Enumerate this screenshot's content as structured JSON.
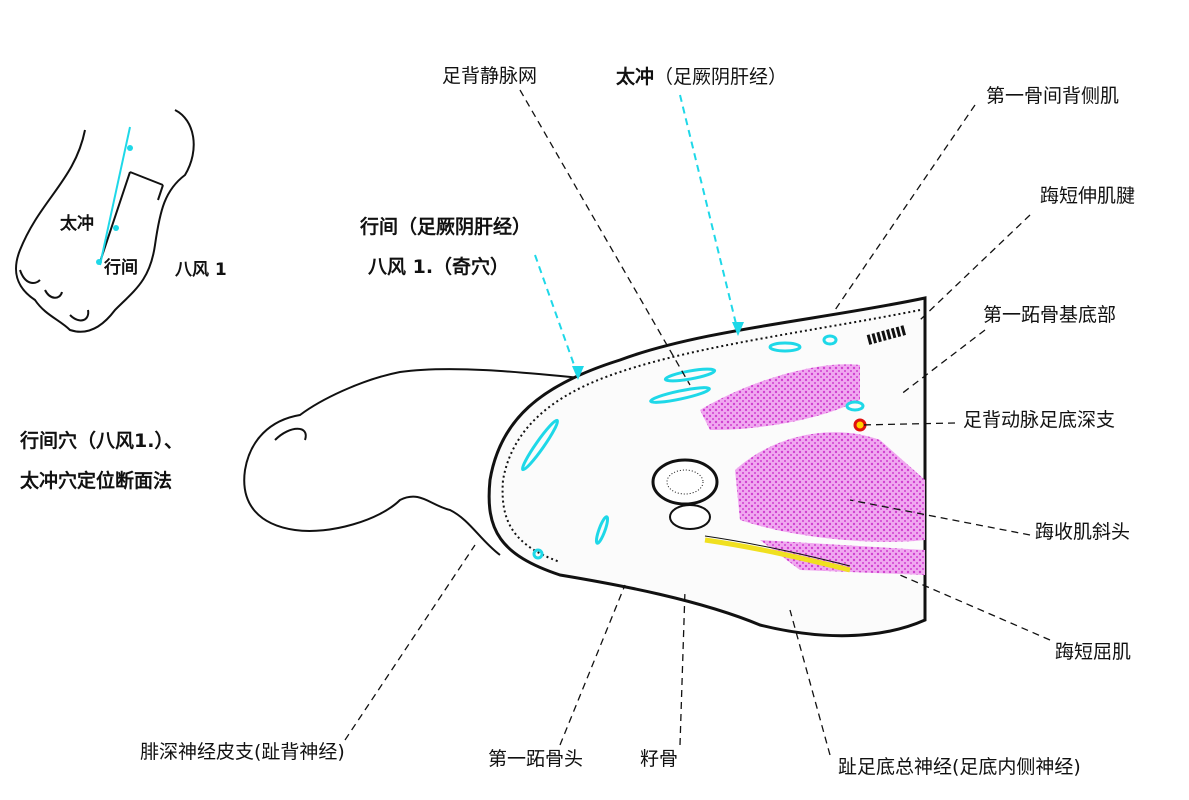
{
  "title": {
    "line1": "行间穴（八风1.）、",
    "line2": "太冲穴定位断面法"
  },
  "inset": {
    "taichong": "太冲",
    "xingjian": "行间",
    "bafeng": "八风 1"
  },
  "labels": {
    "dorsal_venous_network": "足背静脉网",
    "taichong_point": "太冲",
    "taichong_meridian": "（足厥阴肝经）",
    "xingjian_point": "行间（足厥阴肝经）",
    "bafeng": "八风 1.（奇穴）",
    "first_dorsal_interosseous": "第一骨间背侧肌",
    "ehb_tendon": "踇短伸肌腱",
    "first_metatarsal_base": "第一跖骨基底部",
    "deep_plantar_artery": "足背动脉足底深支",
    "adductor_hallucis_oblique": "踇收肌斜头",
    "fhb": "踇短屈肌",
    "deep_peroneal_cutaneous": "腓深神经皮支(趾背神经)",
    "first_metatarsal_head": "第一跖骨头",
    "sesamoid": "籽骨",
    "common_plantar_digital_nerve": "趾足底总神经(足底内侧神经)"
  },
  "colors": {
    "acupoint": "#1ed8e8",
    "muscle": "#e070e0",
    "nerve": "#f0e020",
    "artery": "#e01010"
  }
}
